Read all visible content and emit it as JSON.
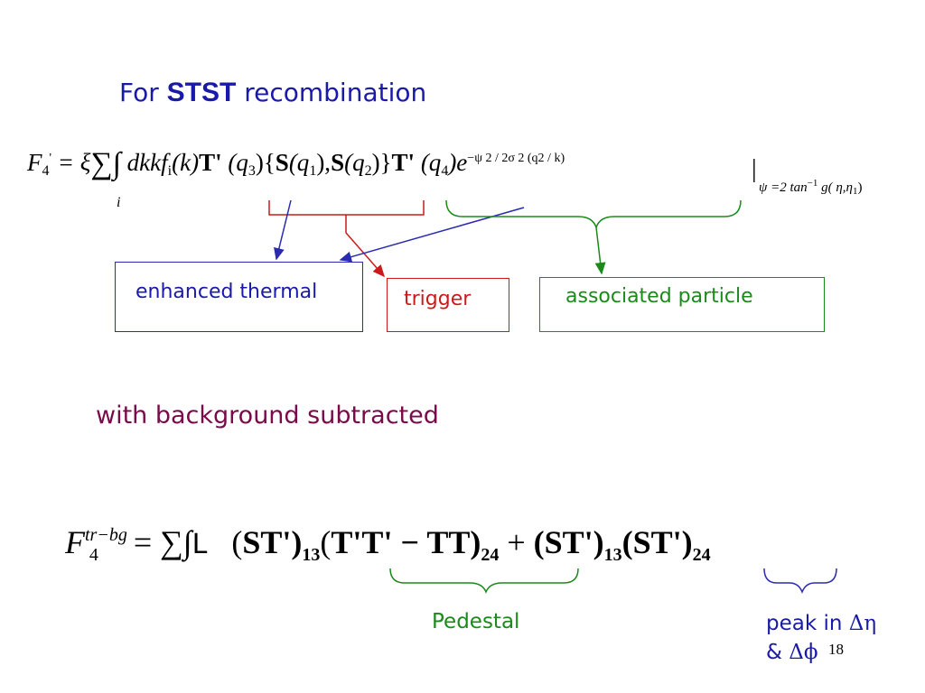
{
  "title": {
    "prefix": "For",
    "bold": "STST",
    "suffix": "recombination"
  },
  "formula1": {
    "lhs_symbol": "F",
    "lhs_sub": "4",
    "lhs_mark": "'",
    "eq": "= ξ",
    "sum": "∑",
    "sum_index": "i",
    "integral": "∫",
    "integrand": "dkkf",
    "f_sub": "i",
    "k_arg": "(k)",
    "T1": "T'",
    "q3": "(q",
    "q3_sub": "3",
    "q3_close": "){",
    "S1": "S",
    "q1": "(q",
    "q1_sub": "1",
    "q1_close": "),",
    "S2": "S",
    "q2": "(q",
    "q2_sub": "2",
    "q2_close": ")}",
    "T2": "T'",
    "q4": "(q",
    "q4_sub": "4",
    "q4_close": ")e",
    "exponent": "−ψ 2 / 2σ 2 (q2 / k)",
    "eval_bar": "|",
    "eval_condition": "ψ =2 tan",
    "eval_sup": "−1",
    "eval_tail": " g( η,η",
    "eval_sub": "1",
    "eval_close": ")"
  },
  "labels": {
    "enhanced_thermal": "enhanced thermal",
    "trigger": "trigger",
    "associated_particle": "associated particle"
  },
  "subtitle": "with background subtracted",
  "formula2": {
    "lhs_symbol": "F",
    "lhs_sup": "tr−bg",
    "lhs_sub": "4",
    "rhs_start": "= ∑∫",
    "ellipsis": "L",
    "term1_open": "(",
    "term1": "ST')",
    "term1_sub": "13",
    "term2_open": "(",
    "term2": "T'T' − TT)",
    "term2_sub": "24",
    "plus": "+",
    "term3": "(ST')",
    "term3_sub": "13",
    "term4": "(ST')",
    "term4_sub": "24"
  },
  "annotations": {
    "pedestal": "Pedestal",
    "peak_line1_text": "peak in ",
    "peak_line1_greek": "Δη",
    "peak_line2_text": "& ",
    "peak_line2_greek": "Δϕ"
  },
  "page_number": "18",
  "colors": {
    "blue": "#1a1aa8",
    "red": "#cc1a1a",
    "green": "#1b8a1b",
    "maroon": "#7a0a4a"
  }
}
